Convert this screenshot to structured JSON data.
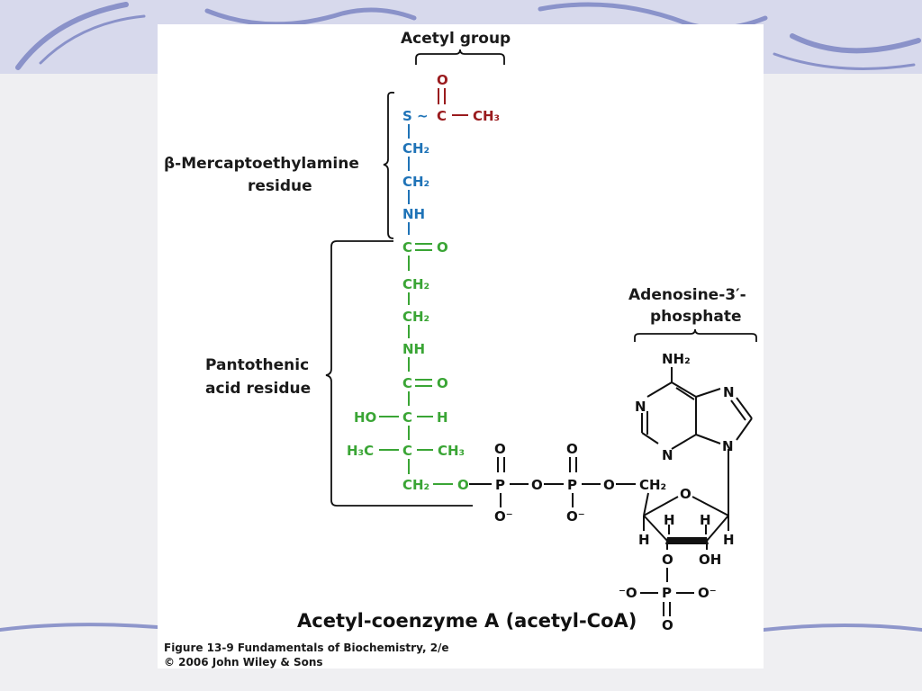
{
  "colors": {
    "acetyl": "#9a1b1e",
    "mercaptoethylamine": "#1f73b7",
    "pantothenic": "#3aa535",
    "adenosine": "#111111",
    "slide_swirl": "#7d86c4"
  },
  "labels": {
    "acetyl_group": "Acetyl group",
    "mercapto_line1": "β-Mercaptoethylamine",
    "mercapto_line2": "residue",
    "pantothenic_line1": "Pantothenic",
    "pantothenic_line2": "acid residue",
    "adenosine_line1": "Adenosine-3′-",
    "adenosine_line2": "phosphate"
  },
  "atoms": {
    "acetyl": {
      "O": "O",
      "C": "C",
      "CH3": "CH₃"
    },
    "mercapto": {
      "S": "S",
      "tilde": "~",
      "CH2a": "CH₂",
      "CH2b": "CH₂",
      "NH": "NH"
    },
    "pantothenic": {
      "C1": "C",
      "O1": "O",
      "CH2a": "CH₂",
      "CH2b": "CH₂",
      "NH": "NH",
      "C2": "C",
      "O2": "O",
      "HO": "HO",
      "C3": "C",
      "H": "H",
      "H3C": "H₃C",
      "C4": "C",
      "CH3": "CH₃",
      "CH2c": "CH₂",
      "O3": "O"
    },
    "phosphates": {
      "O_top1": "O",
      "P1": "P",
      "O_bot1": "O⁻",
      "O_bridge": "O",
      "O_top2": "O",
      "P2": "P",
      "O_bot2": "O⁻",
      "O_link": "O"
    },
    "ribose": {
      "CH2": "CH₂",
      "O_ring": "O",
      "H1": "H",
      "H2": "H",
      "H3": "H",
      "H4": "H",
      "O3p": "O",
      "OH": "OH"
    },
    "phosphate3": {
      "Om_left": "⁻O",
      "P": "P",
      "O_right": "O⁻",
      "O_bottom": "O"
    },
    "adenine": {
      "NH2": "NH₂",
      "N1": "N",
      "N3": "N",
      "N7": "N",
      "N9": "N"
    }
  },
  "title": "Acetyl-coenzyme A (acetyl-CoA)",
  "caption": {
    "line1": "Figure 13-9  Fundamentals of Biochemistry, 2/e",
    "line2": "© 2006 John Wiley & Sons"
  }
}
